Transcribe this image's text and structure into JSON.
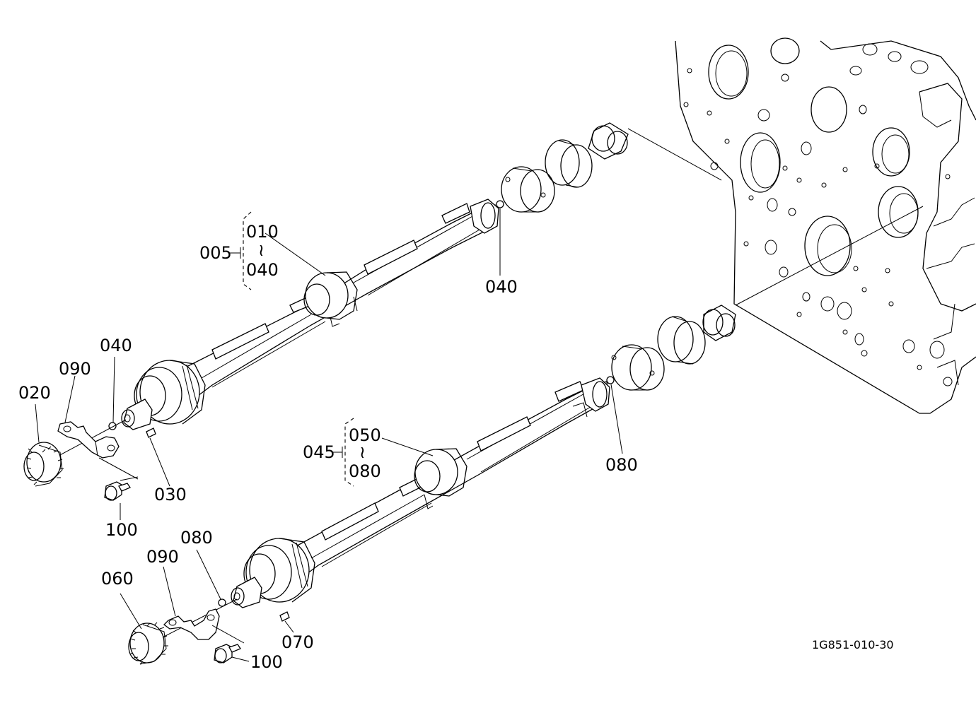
{
  "diagram": {
    "figure_code": "1G851-010-30",
    "labels": {
      "assy_upper": "005",
      "range_upper_top": "010",
      "range_upper_bottom": "040",
      "range_symbol": "≀",
      "ball_upper_right": "040",
      "ball_upper_left": "040",
      "gear_upper": "020",
      "plate_upper": "090",
      "key_upper": "030",
      "bolt_upper": "100",
      "assy_lower": "045",
      "range_lower_top": "050",
      "range_lower_bottom": "080",
      "ball_lower_right": "080",
      "ball_lower_left": "080",
      "gear_lower": "060",
      "plate_lower": "090",
      "key_lower": "070",
      "bolt_lower": "100"
    }
  }
}
